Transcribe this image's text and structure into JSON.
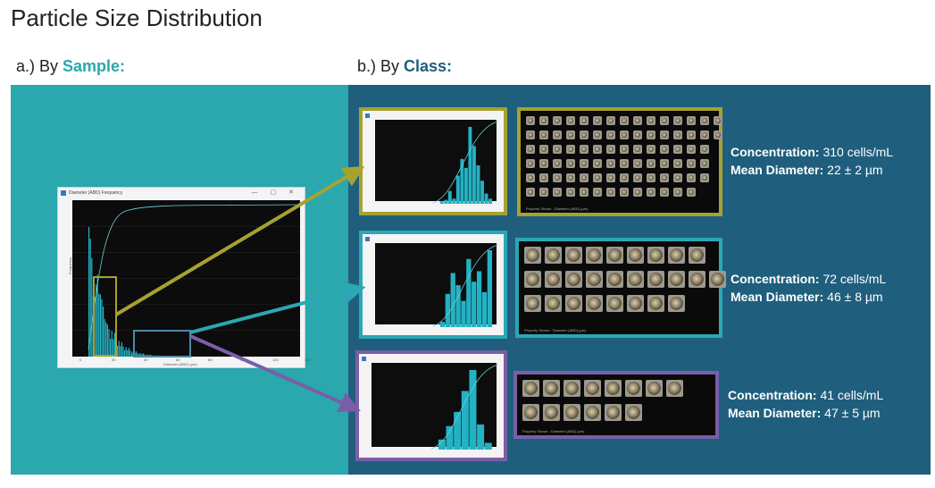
{
  "title": "Particle Size Distribution",
  "label_a": {
    "prefix": "a.) By ",
    "keyword": "Sample:"
  },
  "label_b": {
    "prefix": "b.) By ",
    "keyword": "Class:"
  },
  "colors": {
    "panel_a": "#2aa8ad",
    "panel_b": "#1f5f7d",
    "olive": "#a6a231",
    "teal": "#2aa8b5",
    "purple": "#7a5ea8",
    "bar": "#23b2c4",
    "keyword_a": "#2ba7ad",
    "keyword_b": "#1f5f7d"
  },
  "sample_window": {
    "title": "Diameter (ABD) Frequency",
    "xlabel": "Diameter (ABD) (µm)",
    "ylabel": "Frequency",
    "xticks": [
      "0",
      "20",
      "40",
      "60",
      "80",
      "100",
      "120",
      "140"
    ]
  },
  "classes": [
    {
      "color": "olive",
      "concentration_label": "Concentration:",
      "concentration_value": " 310 cells/mL",
      "diameter_label": "Mean Diameter:",
      "diameter_value": " 22 ± 2 µm",
      "gallery_caption": "Property Shown : Diameter (ABD) (µm)",
      "hist": [
        2,
        3,
        10,
        4,
        22,
        35,
        28,
        60,
        45,
        30,
        18,
        8,
        4
      ],
      "gallery_rows": [
        15,
        15,
        14,
        14,
        14,
        13
      ]
    },
    {
      "color": "teal",
      "concentration_label": "Concentration:",
      "concentration_value": " 72 cells/mL",
      "diameter_label": "Mean Diameter:",
      "diameter_value": " 46 ± 8 µm",
      "gallery_caption": "Property Shown : Diameter (ABD) (µm)",
      "hist": [
        6,
        38,
        62,
        48,
        30,
        78,
        52,
        64,
        40,
        88
      ],
      "gallery_rows": [
        9,
        10,
        8
      ]
    },
    {
      "color": "purple",
      "concentration_label": "Concentration:",
      "concentration_value": " 41 cells/mL",
      "diameter_label": "Mean Diameter:",
      "diameter_value": " 47 ± 5 µm",
      "gallery_caption": "Property Shown : Diameter (ABD) (µm)",
      "hist": [
        12,
        28,
        45,
        70,
        95,
        30,
        8
      ],
      "gallery_rows": [
        8,
        6
      ]
    }
  ]
}
